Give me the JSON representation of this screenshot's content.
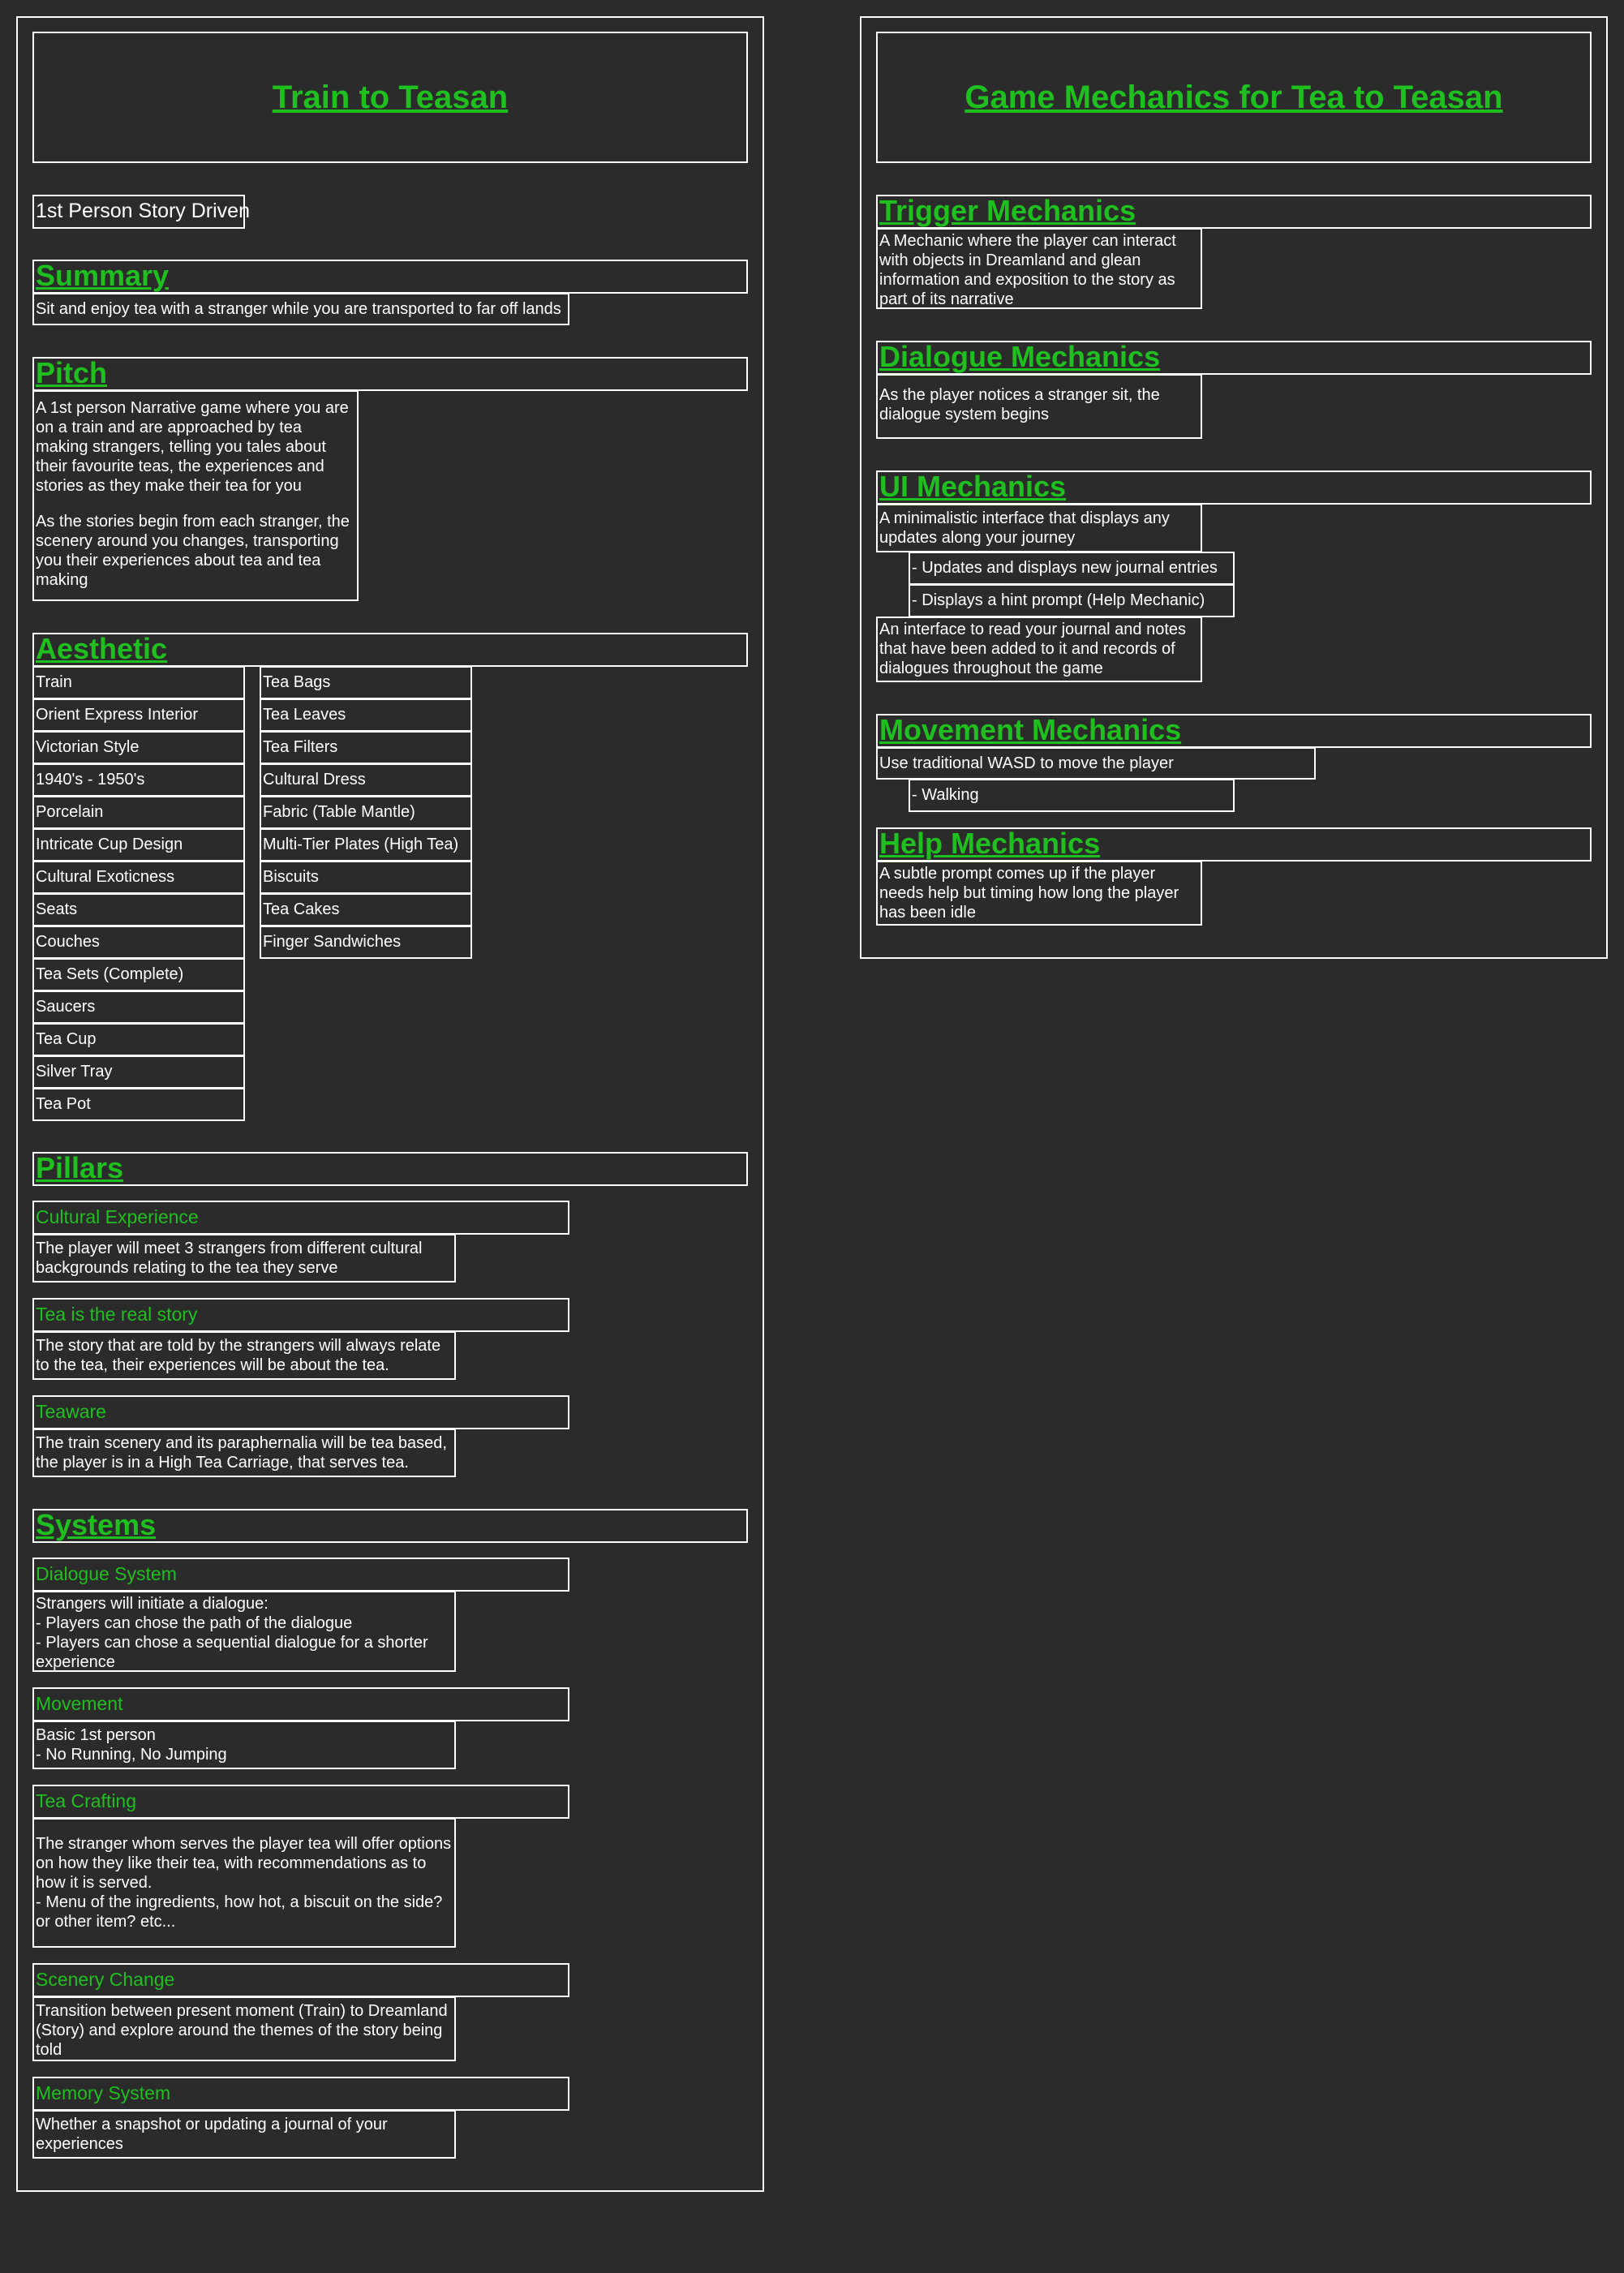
{
  "left": {
    "title": "Train to Teasan",
    "tag": "1st Person Story Driven",
    "summary": {
      "heading": "Summary",
      "text": "Sit and enjoy tea with a stranger while you are transported to far off lands"
    },
    "pitch": {
      "heading": "Pitch",
      "p1": "A 1st person Narrative game where you are\non a train and are approached by tea\nmaking strangers, telling you tales about\ntheir favourite teas, the experiences and\nstories as they make their tea for you",
      "p2": "As the stories begin from each stranger, the\nscenery around you changes, transporting\nyou their experiences about tea and tea\nmaking"
    },
    "aesthetic": {
      "heading": "Aesthetic",
      "col1": [
        "Train",
        "Orient Express Interior",
        "Victorian Style",
        "1940's - 1950's",
        "Porcelain",
        "Intricate Cup Design",
        "Cultural Exoticness",
        "Seats",
        "Couches",
        "Tea Sets (Complete)",
        "Saucers",
        "Tea Cup",
        "Silver Tray",
        "Tea Pot"
      ],
      "col2": [
        "Tea Bags",
        "Tea Leaves",
        "Tea Filters",
        "Cultural Dress",
        "Fabric (Table Mantle)",
        "Multi-Tier Plates (High Tea)",
        "Biscuits",
        "Tea Cakes",
        "Finger Sandwiches"
      ]
    },
    "pillars": {
      "heading": "Pillars",
      "items": [
        {
          "title": "Cultural Experience",
          "text": "The player will meet 3 strangers from different cultural\nbackgrounds relating to the tea they serve"
        },
        {
          "title": "Tea is the real story",
          "text": "The story that are told by the strangers will always relate\nto the tea, their experiences will be about the tea."
        },
        {
          "title": "Teaware",
          "text": "The train scenery and its paraphernalia will be tea based,\nthe player is in a High Tea Carriage, that serves tea."
        }
      ]
    },
    "systems": {
      "heading": "Systems",
      "items": [
        {
          "title": "Dialogue System",
          "text": "Strangers will initiate a dialogue:\n - Players can chose the path of the dialogue\n - Players can chose a sequential dialogue for a shorter\n   experience"
        },
        {
          "title": "Movement",
          "text": "Basic 1st person\n- No Running, No Jumping"
        },
        {
          "title": "Tea Crafting",
          "text": "The stranger whom serves the player tea will offer options\non how they like their tea, with recommendations as to\nhow it is served.\n - Menu of the ingredients, how hot, a biscuit on the side?\nor other item? etc..."
        },
        {
          "title": "Scenery Change",
          "text": "Transition between present moment (Train) to Dreamland\n(Story) and explore around the themes of the story being\ntold"
        },
        {
          "title": "Memory System",
          "text": "Whether a snapshot or updating a journal of your\nexperiences"
        }
      ]
    }
  },
  "right": {
    "title": "Game Mechanics for Tea to Teasan",
    "trigger": {
      "heading": "Trigger Mechanics",
      "text": "A Mechanic where the player can interact\nwith objects in Dreamland and glean\ninformation and exposition to the story as\npart of its narrative"
    },
    "dialogue": {
      "heading": "Dialogue Mechanics",
      "text": "As the player notices a stranger sit, the\ndialogue system begins"
    },
    "ui": {
      "heading": "UI Mechanics",
      "text": "A minimalistic interface that displays any\nupdates along your journey",
      "sub1": "- Updates and displays new journal entries",
      "sub2": "- Displays a hint prompt (Help Mechanic)",
      "text2": "An interface to read your journal and notes\nthat have been added to it and records of\ndialogues throughout the game"
    },
    "movement": {
      "heading": "Movement Mechanics",
      "text": "Use traditional WASD to move the player",
      "sub": "- Walking"
    },
    "help": {
      "heading": "Help Mechanics",
      "text": "A subtle prompt comes up if the player\nneeds help but timing how long the player\nhas been idle"
    }
  }
}
